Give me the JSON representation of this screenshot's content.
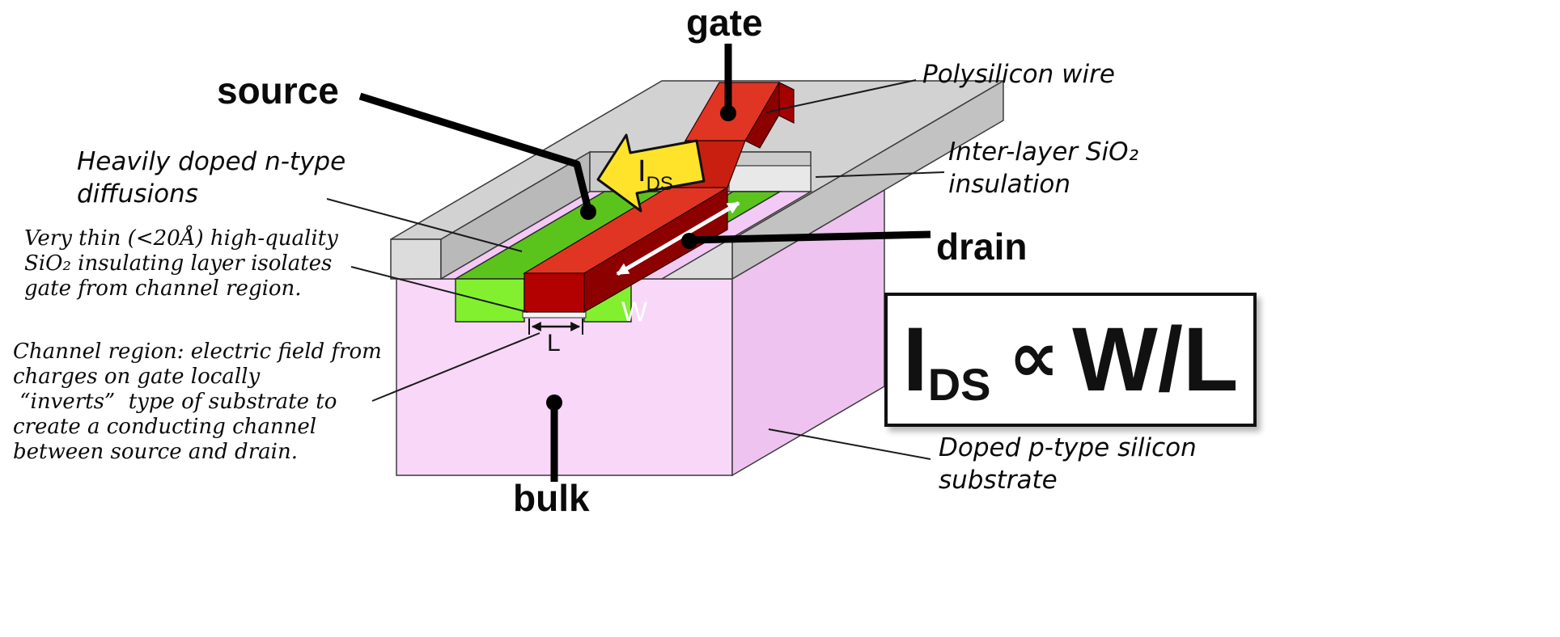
{
  "terminals": {
    "gate": "gate",
    "source": "source",
    "drain": "drain",
    "bulk": "bulk"
  },
  "callouts": {
    "polysilicon": "Polysilicon wire",
    "interlayer": [
      "Inter-layer SiO₂",
      "insulation"
    ],
    "diffusions": [
      "Heavily doped n-type",
      "diffusions"
    ],
    "gate_oxide": [
      "Very thin (<20Å) high-quality",
      "SiO₂ insulating layer isolates",
      "gate from channel region."
    ],
    "channel": [
      "Channel region: electric field from",
      "charges on gate locally",
      " “inverts”  type of substrate to",
      "create a conducting channel",
      "between source and drain."
    ],
    "substrate": [
      "Doped p-type silicon",
      "substrate"
    ]
  },
  "diagram_labels": {
    "current_main": "I",
    "current_sub": "DS",
    "width": "W",
    "length": "L"
  },
  "formula": {
    "current_main": "I",
    "current_sub": "DS",
    "proportional": "∝",
    "ratio": "W/L"
  },
  "colors": {
    "substrate_front": "#f8d7f9",
    "substrate_side": "#eec3f0",
    "substrate_top": "#f3c9f5",
    "insulation_top": "#d2d2d2",
    "insulation_front": "#dcdcdc",
    "diffusion_top": "#5ac41c",
    "diffusion_face": "#82f02f",
    "gate_top": "#e13524",
    "gate_front": "#b30000",
    "current_arrow": "#ffe32b"
  }
}
